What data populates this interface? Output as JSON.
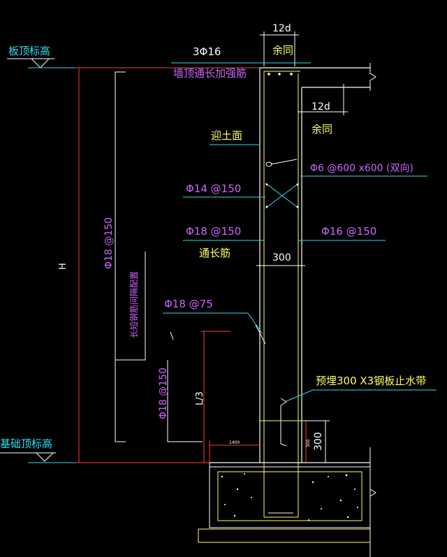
{
  "drawing": {
    "labels": {
      "slab_top_elevation": "板顶标高",
      "foundation_top_elevation": "基础顶标高",
      "top_bars": "3Φ16",
      "top_bars_note": "墙顶通长加强筋",
      "dim_12d_top": "12d",
      "rest_same_top": "余同",
      "dim_12d_mid": "12d",
      "rest_same_mid": "余同",
      "soil_face": "迎土面",
      "tie_bars": "Φ6 @600 x600 (双向)",
      "phi14": "Φ14 @150",
      "phi18_150_main": "Φ18 @150",
      "phi16_150": "Φ16 @150",
      "continuous_bars": "通长筋",
      "wall_thickness": "300",
      "phi18_150_vertical": "Φ18 @150",
      "long_short_note": "长短钢筋间隔配置",
      "height_H": "H",
      "phi18_75": "Φ18 @75",
      "phi18_150_lower": "Φ18 @150",
      "l3": "L/3",
      "water_stop": "预埋300 X3钢板止水带",
      "dim_300_small": "300",
      "dim_small_base": "1400"
    },
    "colors": {
      "background": "#000000",
      "white_line": "#ffffff",
      "yellow_line": "#ffff66",
      "cyan_line": "#33ddee",
      "red_dim": "#ff3b3b",
      "cyan_text": "#33ddee",
      "magenta_text": "#cc66ff",
      "green_line": "#44ff44"
    }
  }
}
